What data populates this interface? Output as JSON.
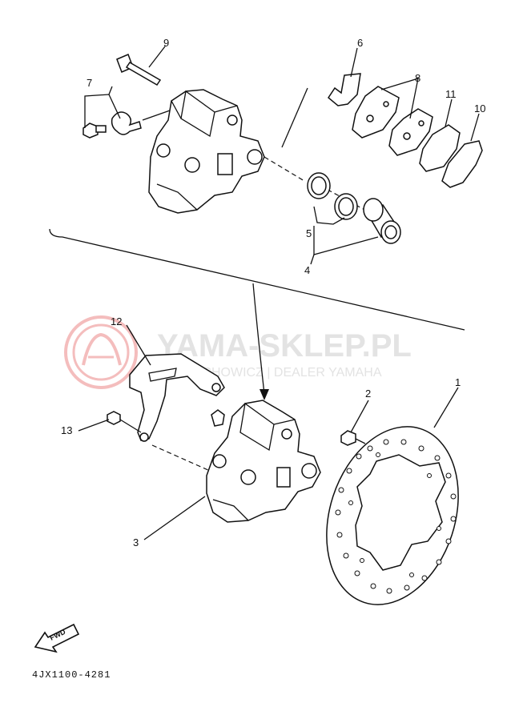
{
  "watermark": {
    "title": "YAMA-SKLEP.PL",
    "subtitle": "… CHOWICZ | DEALER YAMAHA",
    "logo_color": "#e04545"
  },
  "callouts": {
    "p1": "1",
    "p2": "2",
    "p3": "3",
    "p4": "4",
    "p5": "5",
    "p6": "6",
    "p7": "7",
    "p8": "8",
    "p9": "9",
    "p10": "10",
    "p11": "11",
    "p12": "12",
    "p13": "13"
  },
  "fwd_label": "FWD",
  "diagram_code": "4JX1100-4281",
  "icons": {
    "direction": "fwd-arrow-icon",
    "watermark_logo": "yamaha-logo-icon"
  }
}
